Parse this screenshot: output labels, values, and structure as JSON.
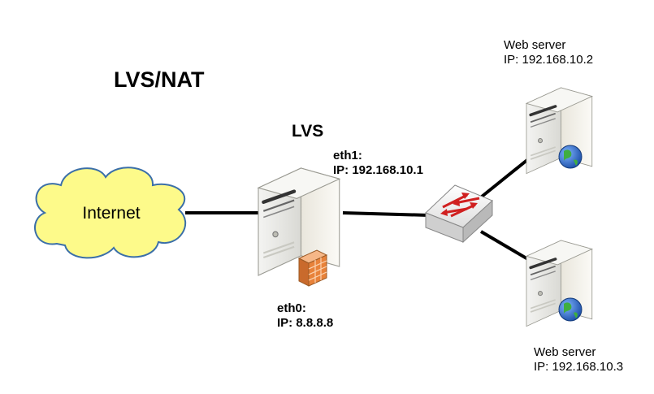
{
  "diagram": {
    "title": "LVS/NAT",
    "lvs_label": "LVS",
    "internet_label": "Internet",
    "eth1": {
      "name": "eth1:",
      "ip": "IP: 192.168.10.1"
    },
    "eth0": {
      "name": "eth0:",
      "ip": "IP: 8.8.8.8"
    },
    "web_server_1": {
      "name": "Web server",
      "ip": "IP: 192.168.10.2"
    },
    "web_server_2": {
      "name": "Web server",
      "ip": "IP: 192.168.10.3"
    },
    "colors": {
      "cloud_fill": "#fdfa8a",
      "cloud_stroke": "#3b6fa8",
      "link": "#000000",
      "firewall": "#e8823a",
      "switch_arrow": "#d02020",
      "globe": "#2a6fc9"
    },
    "icons": [
      "cloud-icon",
      "server-icon",
      "firewall-icon",
      "switch-icon",
      "globe-icon"
    ]
  }
}
